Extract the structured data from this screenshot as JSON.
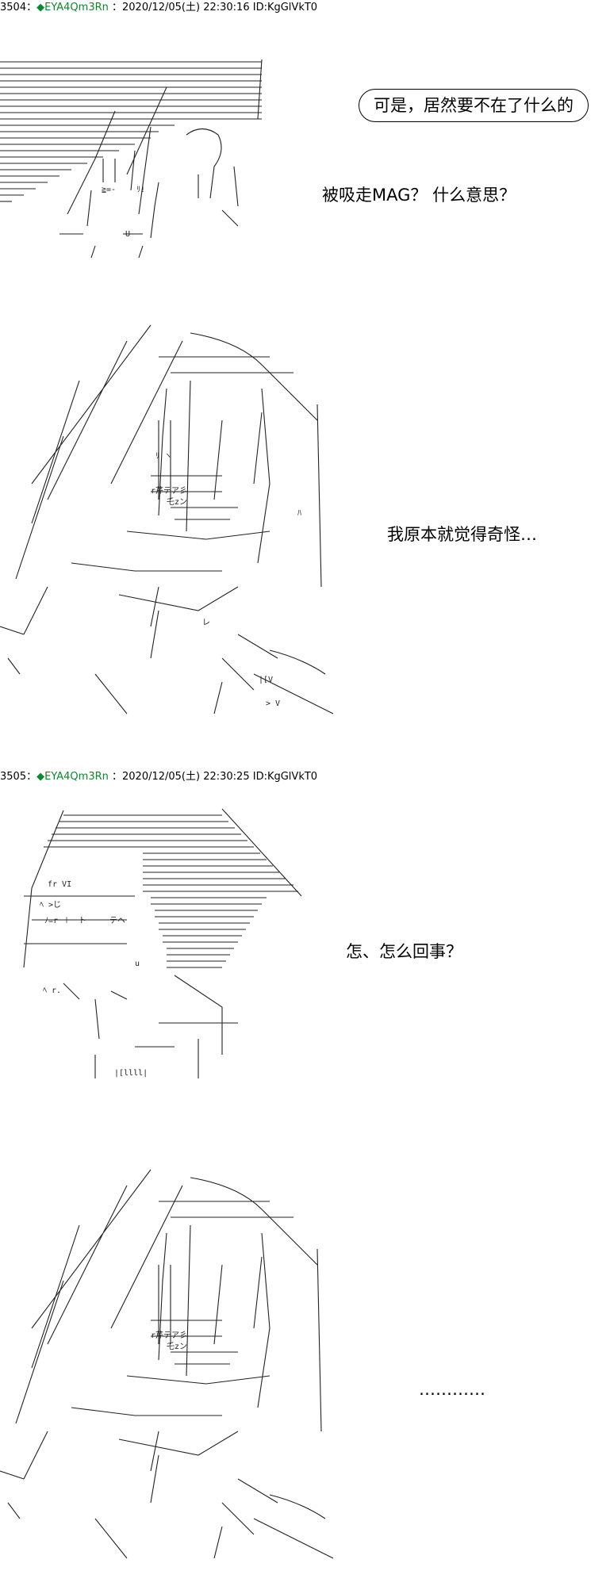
{
  "posts": [
    {
      "number": "3504",
      "separator": "：",
      "diamond": "◆",
      "tripcode": "EYA4Qm3Rn",
      "timestamp": "：2020/12/05(土) 22:30:16",
      "id": "ID:KgGlVkT0"
    },
    {
      "number": "3505",
      "separator": "：",
      "diamond": "◆",
      "tripcode": "EYA4Qm3Rn",
      "timestamp": "：2020/12/05(土) 22:30:25",
      "id": "ID:KgGlVkT0"
    }
  ],
  "dialogue": {
    "bubble_1": "可是，居然要不在了什么的",
    "line_2": "被吸走MAG？ 什么意思？",
    "line_3": "我原本就觉得奇怪…",
    "line_4": "怎、怎么回事？",
    "line_5": "…………"
  },
  "art_text": {
    "p1_mark_a": "≧=-",
    "p1_mark_b": "ﾘ!",
    "p1_mark_c": "U",
    "p2_mark_a": "ﾘ ヽ",
    "p2_mark_b": "r芹テア彡",
    "p2_mark_c": "乇zン",
    "p2_mark_d": "ﾊ",
    "p2_mark_e": "レ",
    "p2_mark_f": "|[V",
    "p2_mark_g": "> V",
    "p3_mark_a": "fr VI",
    "p3_mark_b": "ﾍ >じ",
    "p3_mark_c": "ﾉ=r ＋一ト",
    "p3_mark_d": "テヘ",
    "p3_mark_e": "u",
    "p3_mark_f": "ﾍ r.",
    "p3_mark_g": "|[llll|",
    "p4_mark_a": "r芹テア彡",
    "p4_mark_b": "乇zン"
  }
}
